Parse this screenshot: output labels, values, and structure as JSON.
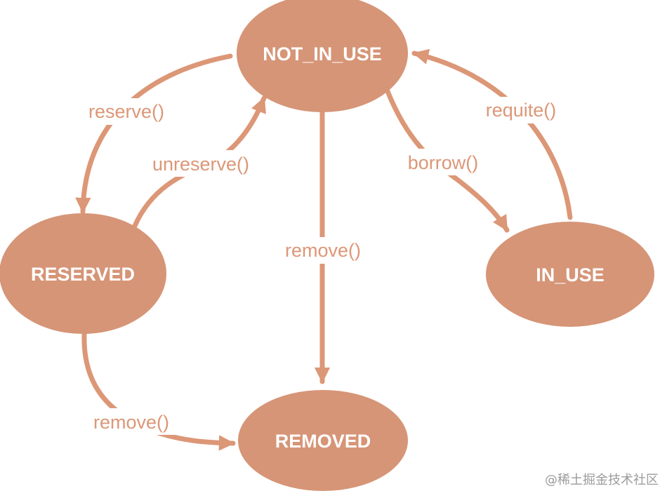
{
  "colors": {
    "node_fill": "#d69577",
    "node_text": "#ffffff",
    "edge": "#dc9777",
    "edge_label": "#dc9777",
    "watermark": "#9b9b9b"
  },
  "states": {
    "not_in_use": "NOT_IN_USE",
    "reserved": "RESERVED",
    "in_use": "IN_USE",
    "removed": "REMOVED"
  },
  "transitions": {
    "reserve": "reserve()",
    "unreserve": "unreserve()",
    "borrow": "borrow()",
    "requite": "requite()",
    "remove_from_not_in_use": "remove()",
    "remove_from_reserved": "remove()"
  },
  "watermark": "@稀土掘金技术社区"
}
